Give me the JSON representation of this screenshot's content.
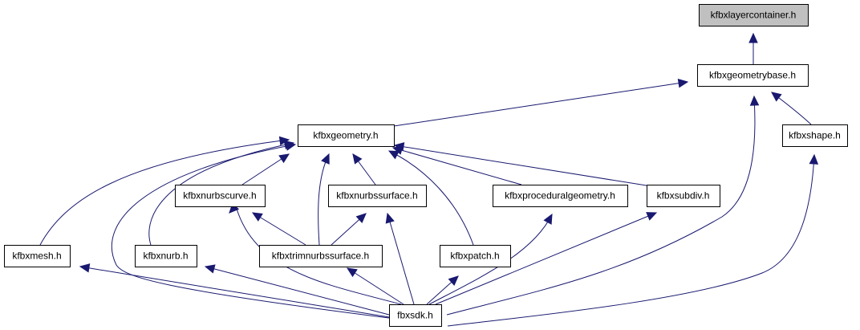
{
  "diagram": {
    "type": "include-dependency-graph",
    "colors": {
      "edge": "#191970",
      "root_fill": "#c0c0c0",
      "node_fill": "#ffffff",
      "border": "#000000"
    },
    "nodes": [
      {
        "id": "layercontainer",
        "label": "kfbxlayercontainer.h",
        "root": true
      },
      {
        "id": "geometrybase",
        "label": "kfbxgeometrybase.h"
      },
      {
        "id": "geometry",
        "label": "kfbxgeometry.h"
      },
      {
        "id": "shape",
        "label": "kfbxshape.h"
      },
      {
        "id": "nurbscurve",
        "label": "kfbxnurbscurve.h"
      },
      {
        "id": "nurbssurface",
        "label": "kfbxnurbssurface.h"
      },
      {
        "id": "procedural",
        "label": "kfbxproceduralgeometry.h"
      },
      {
        "id": "subdiv",
        "label": "kfbxsubdiv.h"
      },
      {
        "id": "mesh",
        "label": "kfbxmesh.h"
      },
      {
        "id": "nurb",
        "label": "kfbxnurb.h"
      },
      {
        "id": "trimnurbs",
        "label": "kfbxtrimnurbssurface.h"
      },
      {
        "id": "patch",
        "label": "kfbxpatch.h"
      },
      {
        "id": "fbxsdk",
        "label": "fbxsdk.h"
      }
    ],
    "edges": [
      {
        "from": "geometrybase",
        "to": "layercontainer"
      },
      {
        "from": "geometry",
        "to": "geometrybase"
      },
      {
        "from": "shape",
        "to": "geometrybase"
      },
      {
        "from": "fbxsdk",
        "to": "geometrybase"
      },
      {
        "from": "mesh",
        "to": "geometry"
      },
      {
        "from": "nurb",
        "to": "geometry"
      },
      {
        "from": "fbxsdk",
        "to": "geometry"
      },
      {
        "from": "nurbscurve",
        "to": "geometry"
      },
      {
        "from": "trimnurbs",
        "to": "geometry"
      },
      {
        "from": "nurbssurface",
        "to": "geometry"
      },
      {
        "from": "patch",
        "to": "geometry"
      },
      {
        "from": "procedural",
        "to": "geometry"
      },
      {
        "from": "subdiv",
        "to": "geometry"
      },
      {
        "from": "fbxsdk",
        "to": "shape"
      },
      {
        "from": "trimnurbs",
        "to": "nurbscurve"
      },
      {
        "from": "fbxsdk",
        "to": "nurbscurve"
      },
      {
        "from": "trimnurbs",
        "to": "nurbssurface"
      },
      {
        "from": "fbxsdk",
        "to": "nurbssurface"
      },
      {
        "from": "fbxsdk",
        "to": "procedural"
      },
      {
        "from": "fbxsdk",
        "to": "subdiv"
      },
      {
        "from": "fbxsdk",
        "to": "mesh"
      },
      {
        "from": "fbxsdk",
        "to": "nurb"
      },
      {
        "from": "fbxsdk",
        "to": "trimnurbs"
      },
      {
        "from": "fbxsdk",
        "to": "patch"
      }
    ]
  }
}
